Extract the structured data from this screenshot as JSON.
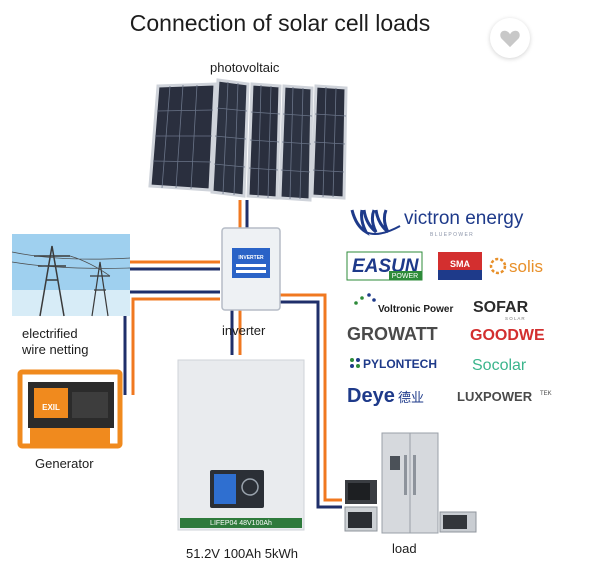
{
  "title": "Connection of solar cell loads",
  "labels": {
    "photovoltaic": "photovoltaic",
    "inverter": "inverter",
    "grid_line1": "electrified",
    "grid_line2": "wire netting",
    "generator": "Generator",
    "battery": "51.2V 100Ah 5kWh",
    "load": "load"
  },
  "devices": {
    "inverter_plate": "INVERTER",
    "battery_plate": "LIFEP04  48V100Ah",
    "generator_plate": "EXIL"
  },
  "brands": {
    "victron": "victron energy",
    "victron_sub": "B L U E   P O W E R",
    "easun": "EASUN",
    "easun_sub": "POWER",
    "sma": "SMA",
    "solis": "solis",
    "voltronic": "Voltronic Power",
    "sofar": "SOFAR",
    "sofar_sub": "S O L A R",
    "growatt": "GROWATT",
    "goodwe": "GOODWE",
    "pylontech": "PYLONTECH",
    "socolar": "Socolar",
    "deye": "Deye",
    "deye_cn": "德业",
    "luxpower": "LUXPOWER",
    "luxpower_tm": "TEK"
  },
  "colors": {
    "wire_orange": "#f07820",
    "wire_navy": "#1f2f6a",
    "victron_blue": "#1e3a8a",
    "easun_green": "#2e8b3a",
    "goodwe_red": "#d32f2f",
    "solis_orange": "#e8902a",
    "socolar_green": "#3bb58c",
    "sofar_red": "#c62828"
  }
}
